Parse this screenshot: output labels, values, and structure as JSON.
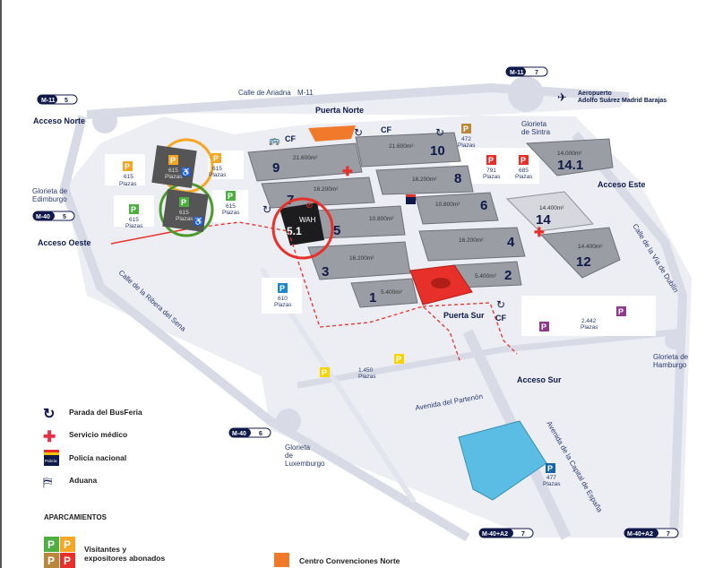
{
  "roads": {
    "ariadna": "Calle de Ariadna",
    "m11": "M-11",
    "ribera": "Calle de la Ribera del Sena",
    "dublin": "Calle de la Vía de Dublín",
    "partenon": "Avenida del Partenón",
    "capital": "Avenida de la Capital de España"
  },
  "places": {
    "puerta_norte": "Puerta Norte",
    "puerta_sur": "Puerta Sur",
    "acceso_norte": "Acceso Norte",
    "acceso_oeste": "Acceso Oeste",
    "acceso_este": "Acceso Este",
    "acceso_sur": "Acceso Sur",
    "glorieta_edimburgo": [
      "Glorieta de",
      "Edimburgo"
    ],
    "glorieta_sintra": [
      "Glorieta",
      "de Sintra"
    ],
    "glorieta_hamburgo": [
      "Glorieta de",
      "Hamburgo"
    ],
    "glorieta_luxemburgo": [
      "Glorieta",
      "de",
      "Luxemburgo"
    ],
    "aeropuerto": [
      "Aeropuerto",
      "Adolfo Suárez Madrid Barajas"
    ],
    "cf": "CF"
  },
  "badges": [
    {
      "road": "M-11",
      "exit": "5"
    },
    {
      "road": "M-40",
      "exit": "5"
    },
    {
      "road": "M-11",
      "exit": "7"
    },
    {
      "road": "M-40",
      "exit": "6"
    },
    {
      "road": "M-40+A2",
      "exit": "7"
    },
    {
      "road": "M-40+A2",
      "exit": "7"
    }
  ],
  "halls": [
    {
      "num": "9",
      "area": "21.600m²"
    },
    {
      "num": "10",
      "area": "21.600m²"
    },
    {
      "num": "8",
      "area": "16.200m²"
    },
    {
      "num": "7",
      "area": "16.200m²"
    },
    {
      "num": "6",
      "area": "10.800m²"
    },
    {
      "num": "5",
      "area": "10.800m²"
    },
    {
      "num": "5.1",
      "area": ""
    },
    {
      "num": "4",
      "area": "16.200m²"
    },
    {
      "num": "3",
      "area": "16.200m²"
    },
    {
      "num": "1",
      "area": "5.400m²"
    },
    {
      "num": "2",
      "area": "5.400m²"
    },
    {
      "num": "14.1",
      "area": "14.000m²"
    },
    {
      "num": "14",
      "area": "14.400m²"
    },
    {
      "num": "12",
      "area": "14.400m²"
    }
  ],
  "parking": {
    "letter": "P",
    "unit": "Plazas",
    "lots": [
      {
        "spaces": "615",
        "color": "#f5a623"
      },
      {
        "spaces": "615",
        "color": "#f5a623"
      },
      {
        "spaces": "615",
        "color": "#f5a623"
      },
      {
        "spaces": "615",
        "color": "#4caf3f"
      },
      {
        "spaces": "615",
        "color": "#4caf3f"
      },
      {
        "spaces": "615",
        "color": "#4caf3f"
      },
      {
        "spaces": "472",
        "color": "#b8873a"
      },
      {
        "spaces": "791",
        "color": "#e8302a"
      },
      {
        "spaces": "685",
        "color": "#e8302a"
      },
      {
        "spaces": "610",
        "color": "#1e88c8"
      },
      {
        "spaces": "1.450",
        "color": "#f5d400"
      },
      {
        "spaces": "2.442",
        "color": "#8e3a8e"
      },
      {
        "spaces": "477",
        "color": "#1565a8"
      }
    ]
  },
  "legend": {
    "items": [
      {
        "icon": "busferia-icon",
        "label": "Parada del BusFeria"
      },
      {
        "icon": "medical-cross-icon",
        "label": "Servicio médico"
      },
      {
        "icon": "police-icon",
        "label": "Policía nacional"
      },
      {
        "icon": "customs-icon",
        "label": "Aduana"
      }
    ],
    "police_badge": "Policía",
    "parking_title": "APARCAMIENTOS",
    "parking_label": [
      "Visitantes y",
      "expositores abonados"
    ],
    "convention_label": "Centro Convenciones Norte"
  },
  "colors": {
    "hall": "#8f9299",
    "hall_top": "#9ea1a8",
    "road": "#e3e5ee",
    "accent_navy": "#0f1a4a",
    "red": "#e8302a",
    "orange": "#f07a2a",
    "blue_bldg": "#5bbde3"
  }
}
